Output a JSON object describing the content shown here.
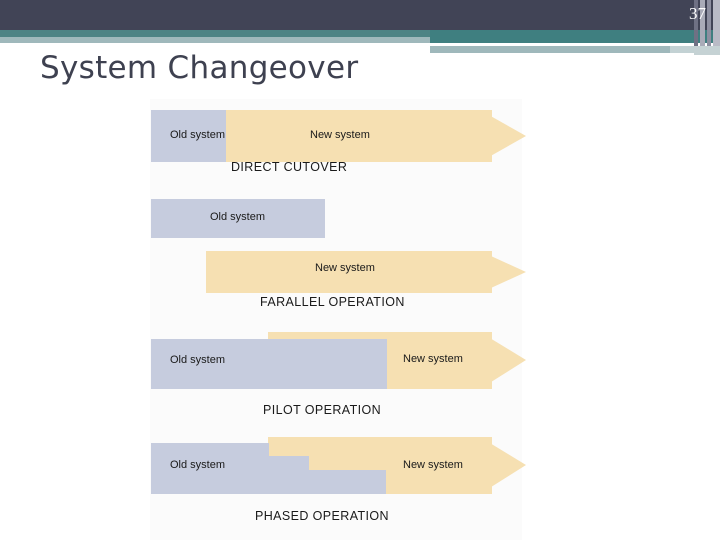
{
  "slide": {
    "page_number": "37",
    "title": "System Changeover",
    "colors": {
      "header_navy": "#414456",
      "header_teal": "#3f7f80",
      "header_steel": "#9fb8bb",
      "title_text": "#3e4150",
      "old_system_fill": "#c6ccde",
      "new_system_fill": "#f6e0b2",
      "figure_background": "#fbfbfb"
    }
  },
  "figure": {
    "name": "system-changeover-methods-diagram",
    "old_label": "Old system",
    "new_label": "New system",
    "diagrams": [
      {
        "id": "direct-cutover",
        "caption": "DIRECT CUTOVER",
        "old_label": "Old system",
        "new_label": "New system"
      },
      {
        "id": "parallel-operation",
        "caption": "FARALLEL OPERATION",
        "old_label": "Old system",
        "new_label": "New system"
      },
      {
        "id": "pilot-operation",
        "caption": "PILOT OPERATION",
        "old_label": "Old system",
        "new_label": "New system"
      },
      {
        "id": "phased-operation",
        "caption": "PHASED OPERATION",
        "old_label": "Old system",
        "new_label": "New system"
      }
    ]
  }
}
